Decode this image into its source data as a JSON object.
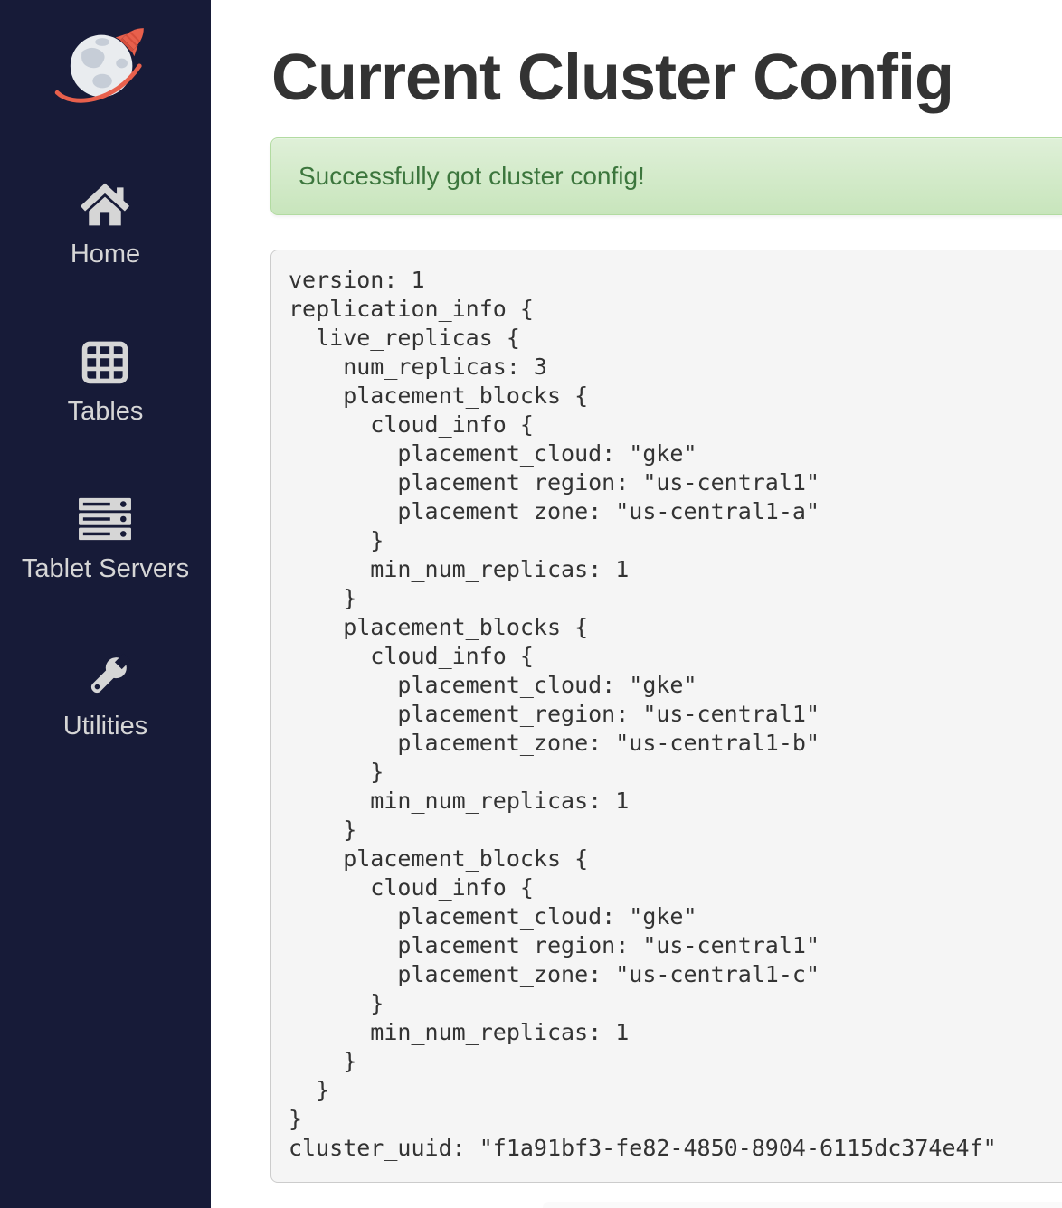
{
  "colors": {
    "sidebar_bg": "#171b38",
    "sidebar_icon": "#d6d6d6",
    "logo_accent": "#e8604c",
    "title_text": "#333333",
    "alert_text": "#3c763d",
    "alert_bg_top": "#dff0d8",
    "alert_bg_bottom": "#c8e5bc",
    "alert_border": "#b2dba1",
    "config_bg": "#f5f5f5",
    "config_border": "#cccccc"
  },
  "sidebar": {
    "logo_icon": "globe-rocket-logo",
    "items": [
      {
        "label": "Home",
        "icon": "home-icon"
      },
      {
        "label": "Tables",
        "icon": "tables-icon"
      },
      {
        "label": "Tablet Servers",
        "icon": "servers-icon"
      },
      {
        "label": "Utilities",
        "icon": "wrench-icon"
      }
    ]
  },
  "main": {
    "title": "Current Cluster Config",
    "alert": {
      "message": "Successfully got cluster config!"
    },
    "config_lines": [
      "version: 1",
      "replication_info {",
      "  live_replicas {",
      "    num_replicas: 3",
      "    placement_blocks {",
      "      cloud_info {",
      "        placement_cloud: \"gke\"",
      "        placement_region: \"us-central1\"",
      "        placement_zone: \"us-central1-a\"",
      "      }",
      "      min_num_replicas: 1",
      "    }",
      "    placement_blocks {",
      "      cloud_info {",
      "        placement_cloud: \"gke\"",
      "        placement_region: \"us-central1\"",
      "        placement_zone: \"us-central1-b\"",
      "      }",
      "      min_num_replicas: 1",
      "    }",
      "    placement_blocks {",
      "      cloud_info {",
      "        placement_cloud: \"gke\"",
      "        placement_region: \"us-central1\"",
      "        placement_zone: \"us-central1-c\"",
      "      }",
      "      min_num_replicas: 1",
      "    }",
      "  }",
      "}",
      "cluster_uuid: \"f1a91bf3-fe82-4850-8904-6115dc374e4f\""
    ]
  }
}
